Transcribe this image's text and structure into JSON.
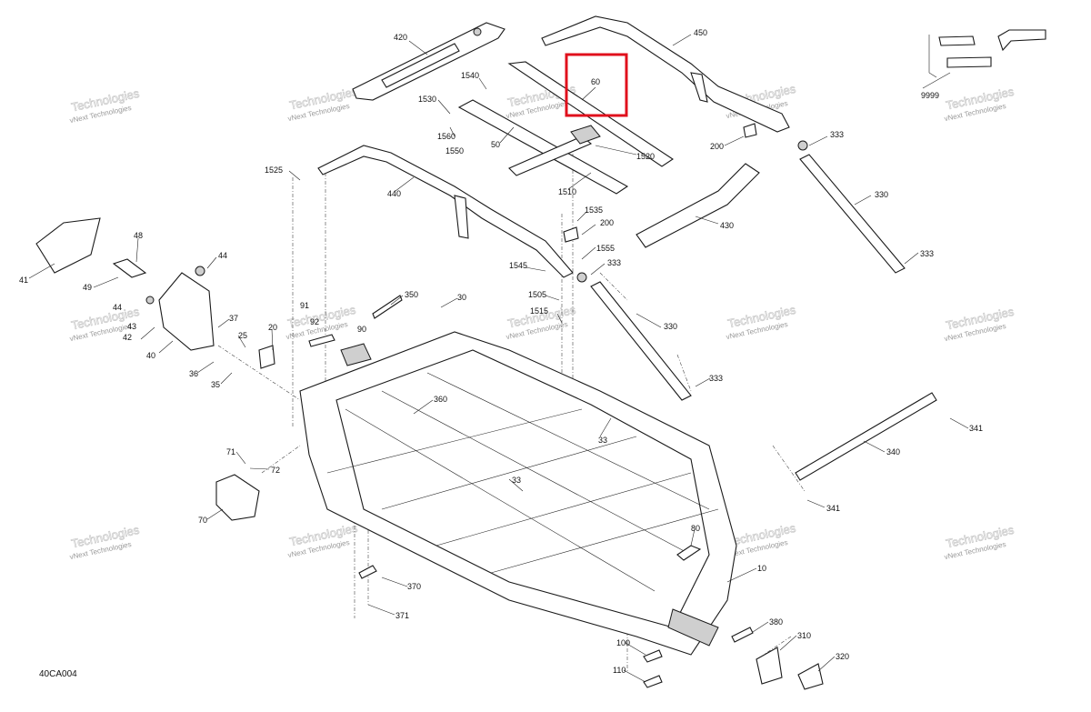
{
  "drawing_code": "40CA004",
  "watermark_text": "vNext Technologies",
  "watermark_outline_text": "Technologies",
  "highlight_color": "#e0101c",
  "highlighted_callout": "60",
  "callouts": [
    {
      "id": "420",
      "label": "420"
    },
    {
      "id": "450",
      "label": "450"
    },
    {
      "id": "9999",
      "label": "9999"
    },
    {
      "id": "1540",
      "label": "1540"
    },
    {
      "id": "60",
      "label": "60"
    },
    {
      "id": "1530",
      "label": "1530"
    },
    {
      "id": "1560",
      "label": "1560"
    },
    {
      "id": "1550",
      "label": "1550"
    },
    {
      "id": "50",
      "label": "50"
    },
    {
      "id": "1520",
      "label": "1520"
    },
    {
      "id": "200a",
      "label": "200"
    },
    {
      "id": "333a",
      "label": "333"
    },
    {
      "id": "1525",
      "label": "1525"
    },
    {
      "id": "440",
      "label": "440"
    },
    {
      "id": "1510",
      "label": "1510"
    },
    {
      "id": "330a",
      "label": "330"
    },
    {
      "id": "1535",
      "label": "1535"
    },
    {
      "id": "200b",
      "label": "200"
    },
    {
      "id": "430",
      "label": "430"
    },
    {
      "id": "333b",
      "label": "333"
    },
    {
      "id": "1555",
      "label": "1555"
    },
    {
      "id": "1545",
      "label": "1545"
    },
    {
      "id": "333c",
      "label": "333"
    },
    {
      "id": "48",
      "label": "48"
    },
    {
      "id": "44a",
      "label": "44"
    },
    {
      "id": "41",
      "label": "41"
    },
    {
      "id": "49",
      "label": "49"
    },
    {
      "id": "350",
      "label": "350"
    },
    {
      "id": "30",
      "label": "30"
    },
    {
      "id": "1505",
      "label": "1505"
    },
    {
      "id": "91",
      "label": "91"
    },
    {
      "id": "1515",
      "label": "1515"
    },
    {
      "id": "44b",
      "label": "44"
    },
    {
      "id": "92",
      "label": "92"
    },
    {
      "id": "90",
      "label": "90"
    },
    {
      "id": "37",
      "label": "37"
    },
    {
      "id": "43",
      "label": "43"
    },
    {
      "id": "42",
      "label": "42"
    },
    {
      "id": "20",
      "label": "20"
    },
    {
      "id": "25",
      "label": "25"
    },
    {
      "id": "40",
      "label": "40"
    },
    {
      "id": "330b",
      "label": "330"
    },
    {
      "id": "36",
      "label": "36"
    },
    {
      "id": "35",
      "label": "35"
    },
    {
      "id": "333d",
      "label": "333"
    },
    {
      "id": "360",
      "label": "360"
    },
    {
      "id": "33a",
      "label": "33"
    },
    {
      "id": "341a",
      "label": "341"
    },
    {
      "id": "71",
      "label": "71"
    },
    {
      "id": "72",
      "label": "72"
    },
    {
      "id": "340",
      "label": "340"
    },
    {
      "id": "33b",
      "label": "33"
    },
    {
      "id": "70",
      "label": "70"
    },
    {
      "id": "341b",
      "label": "341"
    },
    {
      "id": "80",
      "label": "80"
    },
    {
      "id": "10",
      "label": "10"
    },
    {
      "id": "370",
      "label": "370"
    },
    {
      "id": "371",
      "label": "371"
    },
    {
      "id": "380",
      "label": "380"
    },
    {
      "id": "310",
      "label": "310"
    },
    {
      "id": "100",
      "label": "100"
    },
    {
      "id": "320",
      "label": "320"
    },
    {
      "id": "110",
      "label": "110"
    }
  ]
}
